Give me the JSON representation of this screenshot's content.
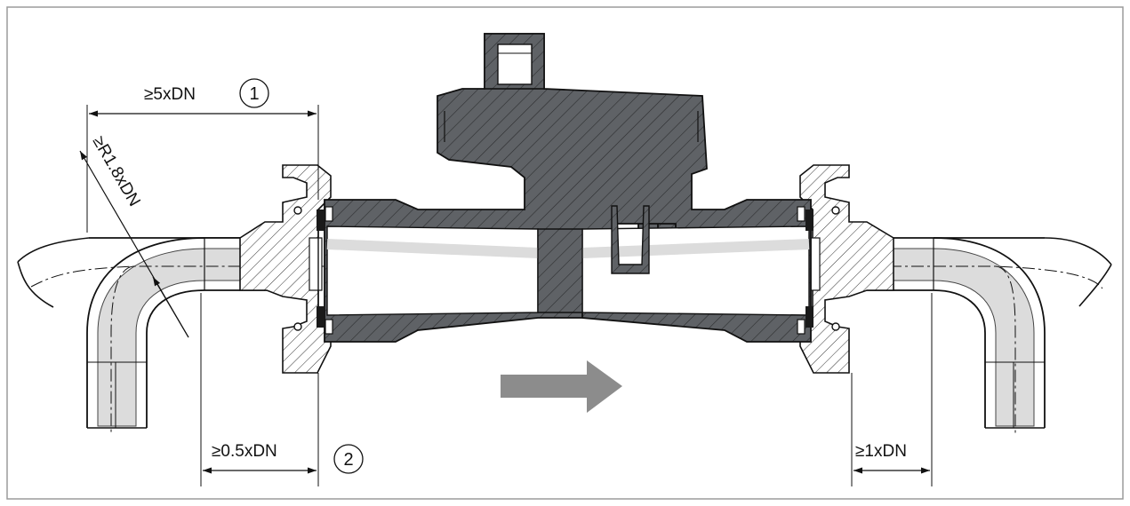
{
  "labels": {
    "upstream_straight": "≥5xDN",
    "bend_radius": "≥R1.8xDN",
    "inlet_gap": "≥0.5xDN",
    "downstream_straight": "≥1xDN"
  },
  "callouts": {
    "one": "1",
    "two": "2"
  },
  "colors": {
    "housing": "#5f6266",
    "pipe": "#dcdcdc",
    "flow_arrow": "#8c8c8c",
    "frame": "#9b9b9b",
    "seal": "#1a1a1a"
  },
  "icons": {
    "flow_direction": "flow-direction-arrow-icon"
  }
}
